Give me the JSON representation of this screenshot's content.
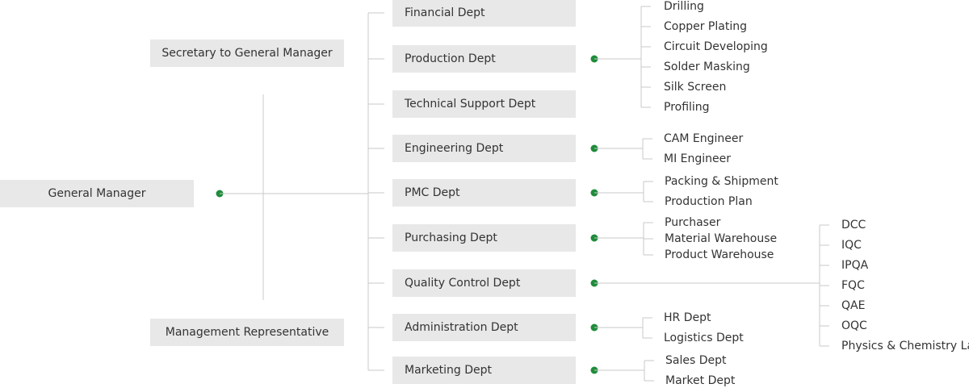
{
  "colors": {
    "accent": "#1e8c3a",
    "box": "#e8e8e8",
    "line": "#c8c8c8",
    "text": "#333333"
  },
  "top": {
    "general_manager": "General Manager",
    "secretary": "Secretary to General Manager",
    "management_rep": "Management Representative"
  },
  "departments": [
    {
      "name": "Financial Dept",
      "units": []
    },
    {
      "name": "Production Dept",
      "units": [
        "Drilling",
        "Copper Plating",
        "Circuit Developing",
        "Solder Masking",
        "Silk Screen",
        "Profiling"
      ]
    },
    {
      "name": "Technical Support Dept",
      "units": []
    },
    {
      "name": "Engineering Dept",
      "units": [
        "CAM Engineer",
        "MI Engineer"
      ]
    },
    {
      "name": "PMC Dept",
      "units": [
        "Packing & Shipment",
        "Production Plan"
      ]
    },
    {
      "name": "Purchasing Dept",
      "units": [
        "Purchaser",
        "Material Warehouse",
        "Product Warehouse"
      ]
    },
    {
      "name": "Quality Control Dept",
      "units": [
        "DCC",
        "IQC",
        "IPQA",
        "FQC",
        "QAE",
        "OQC",
        "Physics & Chemistry Lab"
      ]
    },
    {
      "name": "Administration Dept",
      "units": [
        "HR Dept",
        "Logistics Dept"
      ]
    },
    {
      "name": "Marketing Dept",
      "units": [
        "Sales Dept",
        "Market Dept"
      ]
    }
  ]
}
